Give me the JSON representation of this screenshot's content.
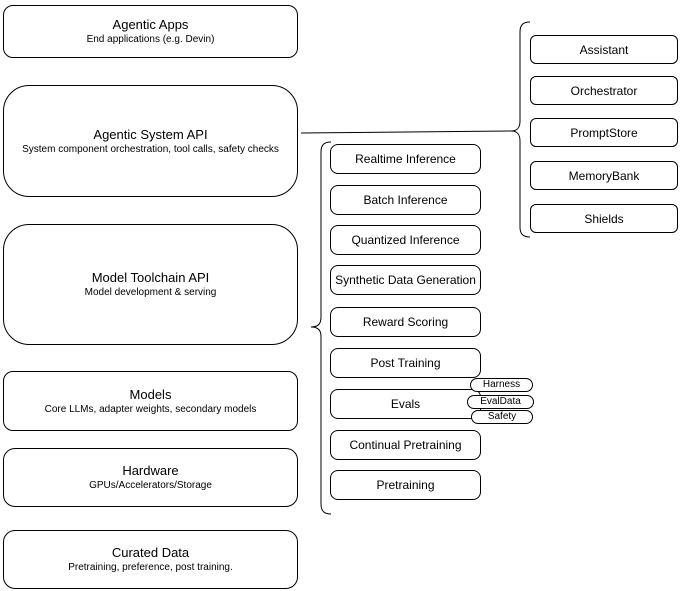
{
  "diagram": {
    "colors": {
      "stroke": "#000000",
      "fill": "#ffffff",
      "text": "#000000"
    },
    "stack": [
      {
        "title": "Agentic Apps",
        "subtitle": "End applications (e.g. Devin)"
      },
      {
        "title": "Agentic System API",
        "subtitle": "System component orchestration, tool calls, safety checks"
      },
      {
        "title": "Model Toolchain API",
        "subtitle": "Model development & serving"
      },
      {
        "title": "Models",
        "subtitle": "Core LLMs, adapter weights, secondary models"
      },
      {
        "title": "Hardware",
        "subtitle": "GPUs/Accelerators/Storage"
      },
      {
        "title": "Curated Data",
        "subtitle": "Pretraining, preference, post training."
      }
    ],
    "toolchain_items": [
      "Realtime Inference",
      "Batch Inference",
      "Quantized Inference",
      "Synthetic Data Generation",
      "Reward Scoring",
      "Post Training",
      "Evals",
      "Continual Pretraining",
      "Pretraining"
    ],
    "eval_tags": [
      "Harness",
      "EvalData",
      "Safety"
    ],
    "system_components": [
      "Assistant",
      "Orchestrator",
      "PromptStore",
      "MemoryBank",
      "Shields"
    ]
  }
}
